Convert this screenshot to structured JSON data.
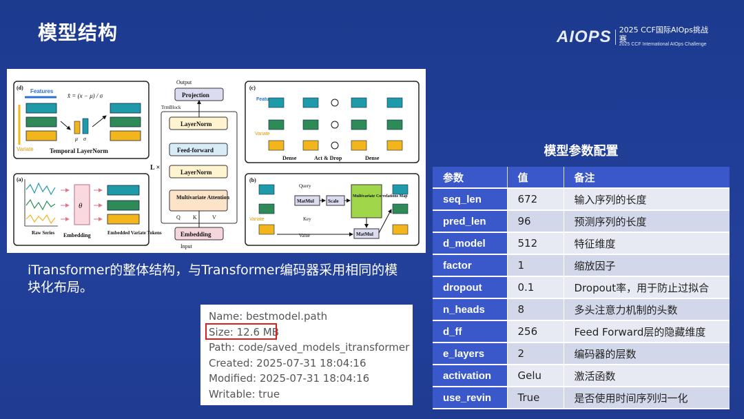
{
  "slide": {
    "title": "模型结构"
  },
  "logo": {
    "mark": "AIOPS",
    "cn": "2025 CCF国际AIOps挑战赛",
    "en": "2025 CCF International AIOps Challenge"
  },
  "diagram": {
    "panel_d": {
      "tag": "(d)",
      "features": "Features",
      "variate": "Variate",
      "formula": "x̂ = (x − μ) / σ",
      "mu": "μ",
      "sigma": "σ",
      "label": "Temporal LayerNorm"
    },
    "panel_a": {
      "tag": "(a)",
      "raw": "Raw Series",
      "theta": "θ",
      "embedding": "Embedding",
      "embedded": "Embedded Variate Tokens"
    },
    "center": {
      "output": "Output",
      "projection": "Projection",
      "trmblock": "TrmBlock",
      "layernorm_top": "LayerNorm",
      "feedforward": "Feed-forward",
      "layernorm_bottom": "LayerNorm",
      "attention": "Multivariate Attention",
      "q": "Q",
      "k": "K",
      "v": "V",
      "embedding": "Embedding",
      "input": "Input",
      "lx": "L ×"
    },
    "panel_c": {
      "tag": "(c)",
      "features": "Features",
      "variate": "Variate",
      "dense1": "Dense",
      "act": "Act & Drop",
      "dense2": "Dense"
    },
    "panel_b": {
      "tag": "(b)",
      "variate": "Variate",
      "query": "Query",
      "key": "Key",
      "value": "Value",
      "matmul1": "MatMul",
      "scale": "Scale",
      "map": "Multivariate Correlations Map",
      "matmul2": "MatMul"
    }
  },
  "caption": "iTransformer的整体结构，与Transformer编码器采用相同的模块化布局。",
  "fileinfo": {
    "name": "Name: bestmodel.path",
    "size": "Size: 12.6 MB",
    "path": "Path: code/saved_models_itransformer",
    "created": "Created: 2025-07-31 18:04:16",
    "modified": "Modified: 2025-07-31 18:04:16",
    "writable": "Writable: true"
  },
  "params": {
    "title": "模型参数配置",
    "headers": [
      "参数",
      "值",
      "备注"
    ],
    "rows": [
      [
        "seq_len",
        "672",
        "输入序列的长度"
      ],
      [
        "pred_len",
        "96",
        "预测序列的长度"
      ],
      [
        "d_model",
        "512",
        "特征维度"
      ],
      [
        "factor",
        "1",
        "缩放因子"
      ],
      [
        "dropout",
        "0.1",
        "Dropout率，用于防止过拟合"
      ],
      [
        "n_heads",
        "8",
        "多头注意力机制的头数"
      ],
      [
        "d_ff",
        "256",
        "Feed Forward层的隐藏维度"
      ],
      [
        "e_layers",
        "2",
        "编码器的层数"
      ],
      [
        "activation",
        "Gelu",
        "激活函数"
      ],
      [
        "use_revin",
        "True",
        "是否使用时间序列归一化"
      ]
    ]
  },
  "colors": {
    "background": "#1f3d91",
    "table_header": "#3a58c9",
    "highlight": "#e01b1b",
    "teal": "#1f9aa8",
    "green": "#2e8b57",
    "yellow": "#f2b51b"
  }
}
